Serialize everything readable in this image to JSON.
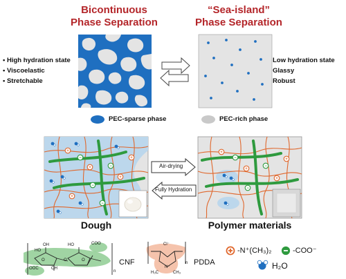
{
  "top": {
    "left_title": [
      "Bicontinuous",
      "Phase Separation"
    ],
    "right_title": [
      "“Sea-island”",
      "Phase Separation"
    ],
    "left_props": [
      "• High hydration state",
      "• Viscoelastic",
      "• Stretchable"
    ],
    "right_props": [
      "• Low hydration state",
      "• Glassy",
      "• Robust"
    ],
    "legend_sparse": "PEC-sparse phase",
    "legend_rich": "PEC-rich  phase"
  },
  "middle": {
    "air_drying": "Air-drying",
    "fully_hydration": "Fully Hydration",
    "dough_label": "Dough",
    "polymer_label": "Polymer materials"
  },
  "bottom": {
    "cnf_label": "CNF",
    "pdda_label": "PDDA",
    "amine_label": "-N⁺(CH₃)₂",
    "carboxyl_label": "-COO⁻",
    "water_label": "H₂O",
    "coo_top": "COO",
    "coo_bottom": "OOC",
    "ho_1": "HO",
    "oh_1": "OH",
    "ho_2": "HO",
    "oh_2": "OH",
    "o_1": "O",
    "o_2": "O",
    "o_3": "O",
    "n_sub": "n",
    "cl": "Cl⁻",
    "n_plus": "N⁺",
    "h3c": "H₃C",
    "ch3": "CH₃",
    "n_pdda": "n"
  },
  "colors": {
    "title_red": "#b4262a",
    "sparse_blue": "#1f6fc0",
    "rich_gray": "#c9c9c9",
    "panel_gray": "#e4e4e4",
    "fiber_green": "#2e9a3e",
    "chain_orange": "#e0672c",
    "dough_blue": "#bcd7ec"
  }
}
